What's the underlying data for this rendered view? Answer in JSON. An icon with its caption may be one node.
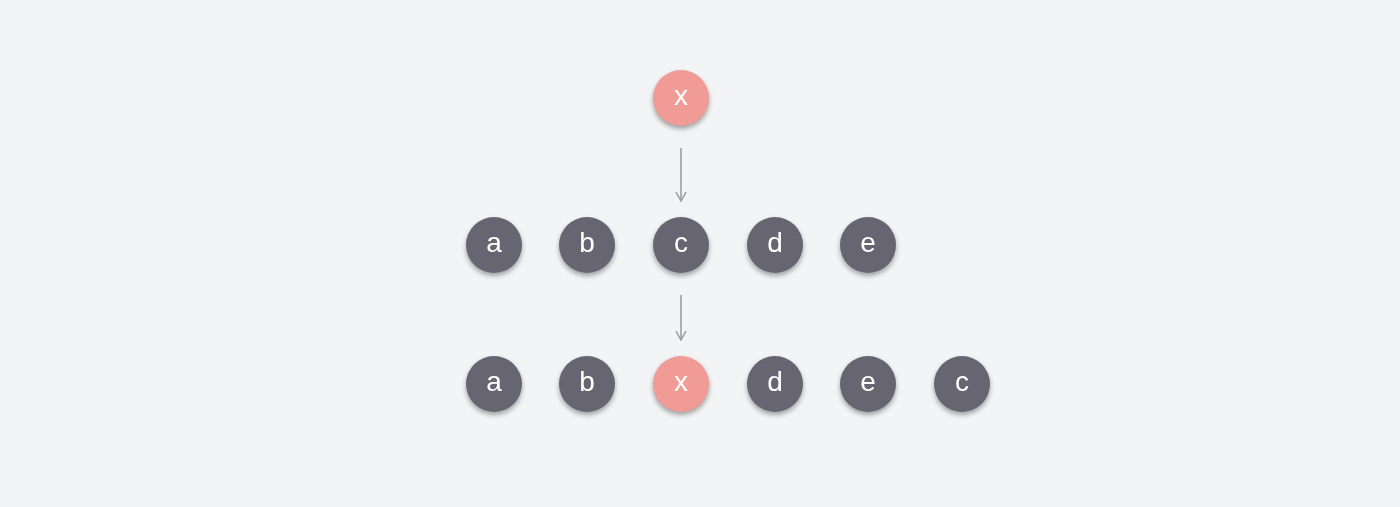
{
  "diagram": {
    "nodes": [
      {
        "text": [
          "x"
        ]
      },
      {
        "text": [
          "a"
        ]
      },
      {
        "text": [
          "b"
        ]
      },
      {
        "text": [
          "c"
        ]
      },
      {
        "text": [
          "d"
        ]
      },
      {
        "text": [
          "e"
        ]
      },
      {
        "text": [
          "a"
        ]
      },
      {
        "text": [
          "b"
        ]
      },
      {
        "text": [
          "x"
        ]
      },
      {
        "text": [
          "d"
        ]
      },
      {
        "text": [
          "e"
        ]
      },
      {
        "text": [
          "c"
        ]
      }
    ],
    "edges": [
      {
        "from": 0,
        "to": 3,
        "arrow": "to"
      },
      {
        "from": 3,
        "to": 8,
        "arrow": "to"
      }
    ]
  }
}
